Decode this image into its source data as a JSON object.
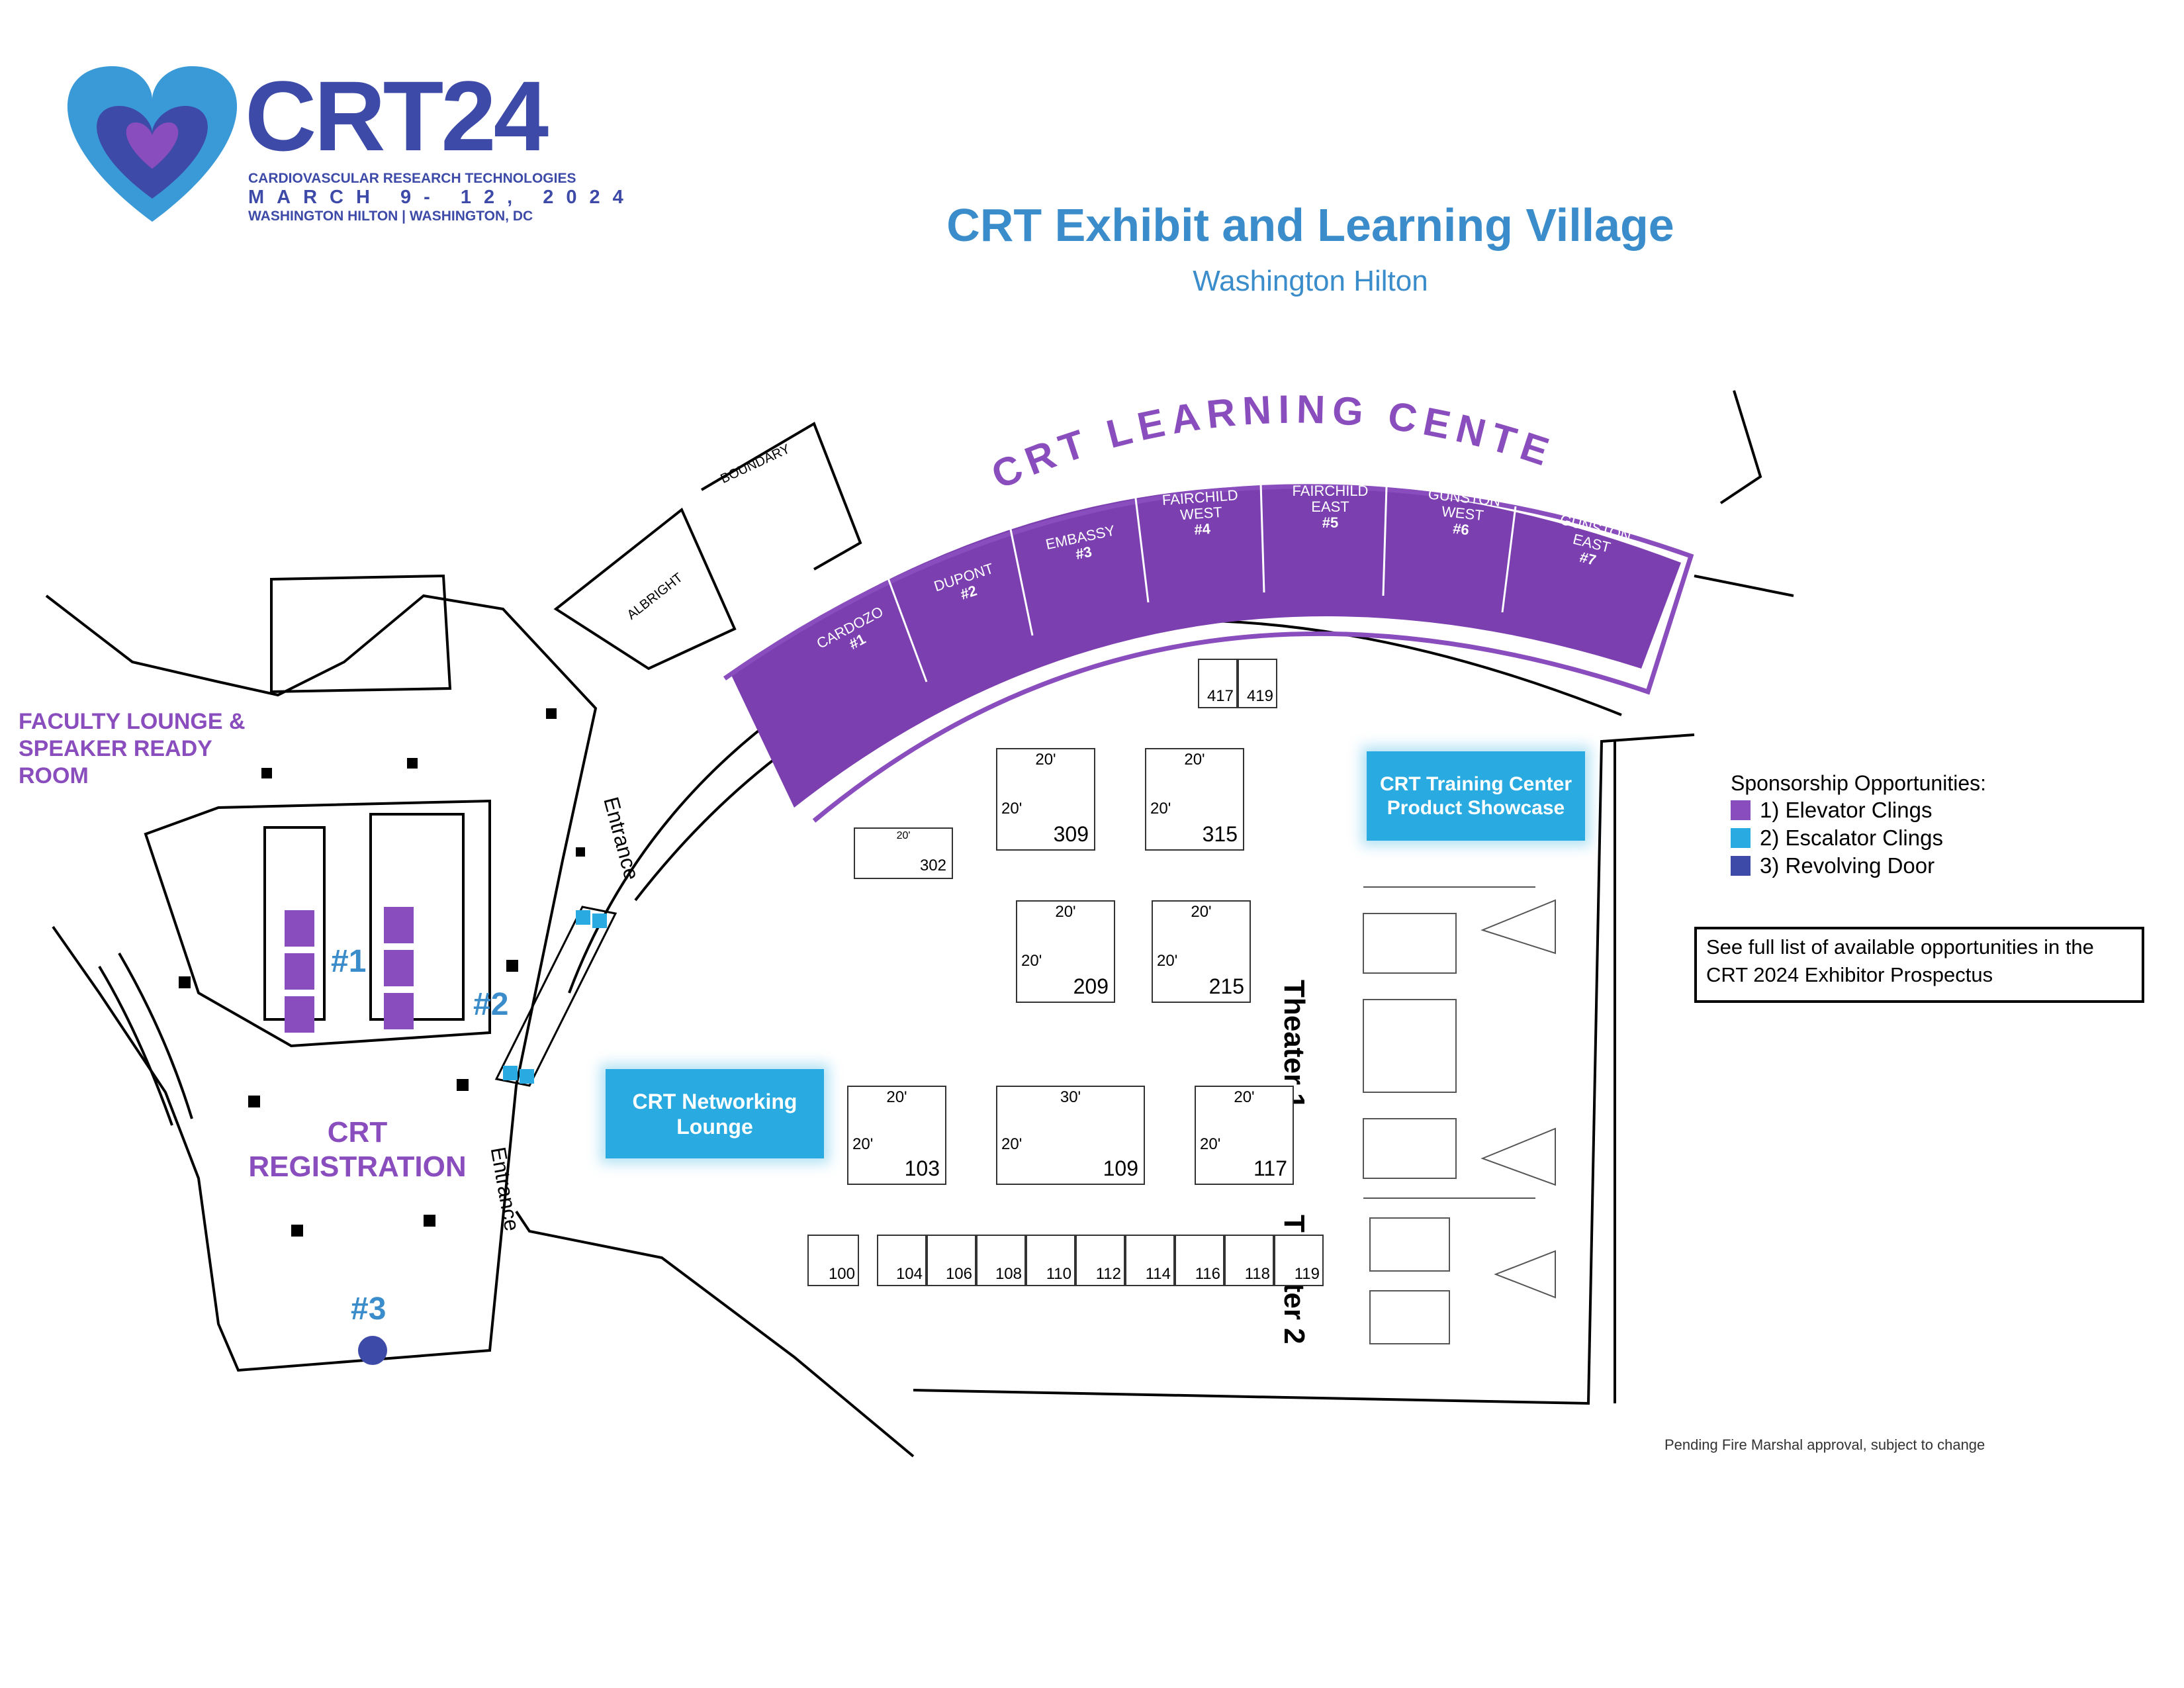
{
  "logo": {
    "wordmark": "CRT24",
    "tag_line1": "CARDIOVASCULAR RESEARCH TECHNOLOGIES",
    "tag_line2": "MARCH 9- 12, 2024",
    "tag_line3": "WASHINGTON HILTON | WASHINGTON, DC"
  },
  "header": {
    "title": "CRT Exhibit and Learning Village",
    "subtitle": "Washington Hilton"
  },
  "learning_centers": {
    "banner": "CRT LEARNING CENTERS",
    "rooms": [
      {
        "name": "CARDOZO",
        "num": "#1"
      },
      {
        "name": "DUPONT",
        "num": "#2"
      },
      {
        "name": "EMBASSY",
        "num": "#3"
      },
      {
        "name": "FAIRCHILD WEST",
        "num": "#4"
      },
      {
        "name": "FAIRCHILD EAST",
        "num": "#5"
      },
      {
        "name": "GUNSTON WEST",
        "num": "#6"
      },
      {
        "name": "GUNSTON EAST",
        "num": "#7"
      }
    ],
    "other_rooms": [
      "BOUNDARY",
      "ALBRIGHT"
    ]
  },
  "areas": {
    "faculty_lounge": "FACULTY LOUNGE & SPEAKER READY ROOM",
    "registration": "CRT REGISTRATION",
    "entrance_upper": "Entrance",
    "entrance_lower": "Entrance",
    "networking_lounge": "CRT Networking Lounge",
    "training_center": "CRT Training Center Product Showcase",
    "theater1": "Theater 1",
    "theater2": "Theater 2"
  },
  "markers": {
    "m1": "#1",
    "m2": "#2",
    "m3": "#3"
  },
  "booths": {
    "b417": "417",
    "b419": "419",
    "b309": "309",
    "b315": "315",
    "b302": "302",
    "b209": "209",
    "b215": "215",
    "b103": "103",
    "b109": "109",
    "b117": "117",
    "row": [
      "100",
      "104",
      "106",
      "108",
      "110",
      "112",
      "114",
      "116",
      "118",
      "119"
    ],
    "dim20": "20'",
    "dim30": "30'"
  },
  "legend": {
    "title": "Sponsorship Opportunities:",
    "items": [
      {
        "label": "1)  Elevator Clings",
        "color": "#8a4dbd"
      },
      {
        "label": "2)  Escalator Clings",
        "color": "#29abe2"
      },
      {
        "label": "3)  Revolving Door",
        "color": "#3d4aa8"
      }
    ]
  },
  "note": {
    "line1": "See full list of available opportunities in the",
    "line2": "CRT 2024 Exhibitor Prospectus"
  },
  "footnote": "Pending Fire Marshal approval, subject to change",
  "colors": {
    "purple": "#8a4dbd",
    "blue": "#3a8dca",
    "cyan": "#29abe2",
    "navy": "#3d4aa8"
  }
}
